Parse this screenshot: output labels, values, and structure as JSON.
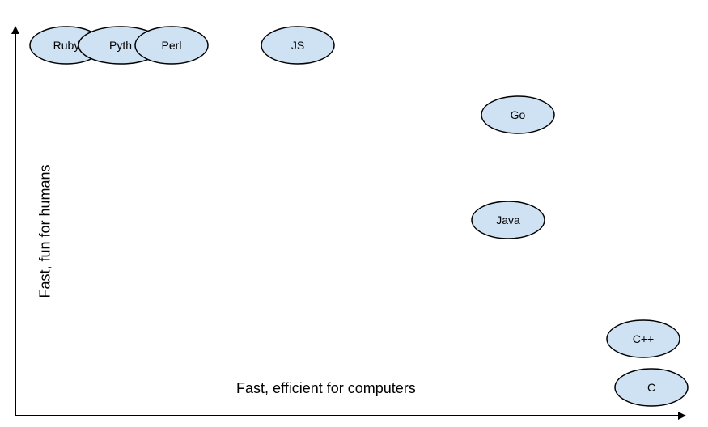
{
  "axes": {
    "x_label": "Fast, efficient for computers",
    "y_label": "Fast, fun for humans"
  },
  "colors": {
    "node_fill": "#cfe2f3",
    "node_stroke": "#000000",
    "axis": "#000000"
  },
  "nodes": [
    {
      "id": "ruby",
      "label": "Ruby"
    },
    {
      "id": "python",
      "label": "Pyth"
    },
    {
      "id": "perl",
      "label": "Perl"
    },
    {
      "id": "js",
      "label": "JS"
    },
    {
      "id": "go",
      "label": "Go"
    },
    {
      "id": "java",
      "label": "Java"
    },
    {
      "id": "cpp",
      "label": "C++"
    },
    {
      "id": "c",
      "label": "C"
    }
  ]
}
